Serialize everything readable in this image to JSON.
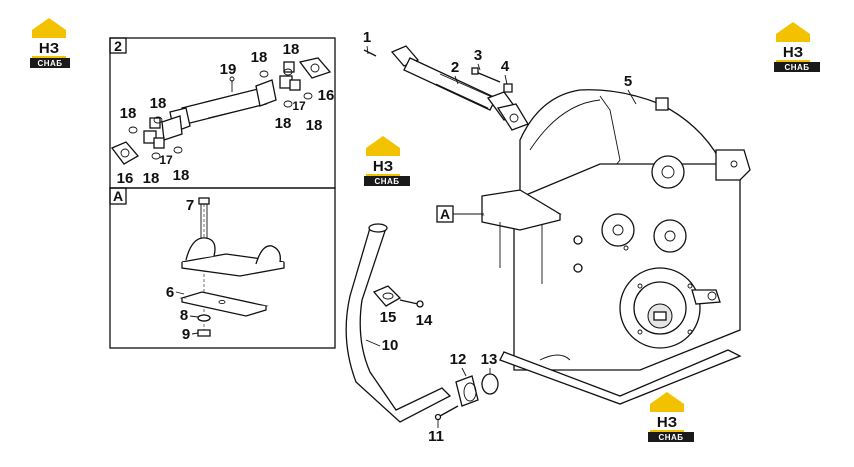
{
  "logos": [
    {
      "id": "logo-top-left",
      "top": "НЗ",
      "bottom": "СНАБ"
    },
    {
      "id": "logo-top-right",
      "top": "НЗ",
      "bottom": "СНАБ"
    },
    {
      "id": "logo-center",
      "top": "НЗ",
      "bottom": "СНАБ"
    },
    {
      "id": "logo-bottom-right",
      "top": "НЗ",
      "bottom": "СНАБ"
    }
  ],
  "frames": {
    "detail_2": {
      "label": "2"
    },
    "detail_A": {
      "label": "A"
    }
  },
  "callout_A": "A",
  "parts": {
    "p1": "1",
    "p2": "2",
    "p3": "3",
    "p4": "4",
    "p5": "5",
    "p6": "6",
    "p7": "7",
    "p8": "8",
    "p9": "9",
    "p10": "10",
    "p11": "11",
    "p12": "12",
    "p13": "13",
    "p14": "14",
    "p15": "15",
    "p16": "16",
    "p17": "17",
    "p18": "18",
    "p19": "19"
  },
  "colors": {
    "line": "#111111",
    "logo_yellow": "#f2c200",
    "logo_dark": "#1a1a1a"
  }
}
